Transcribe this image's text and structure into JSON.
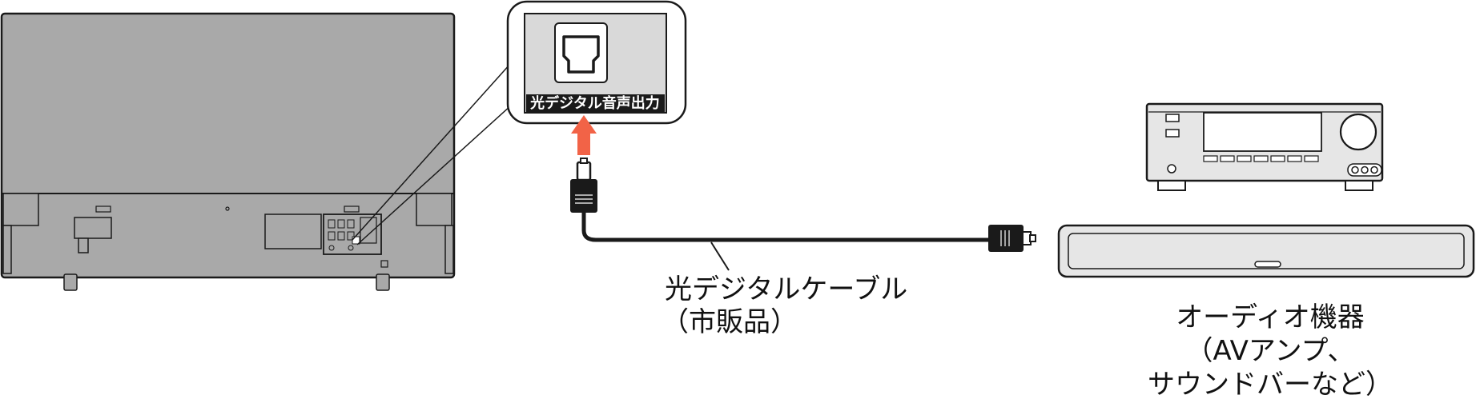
{
  "colors": {
    "tv_body": "#a9a9a9",
    "outline": "#1a1a1a",
    "arrow": "#f26347",
    "label_bg": "#1a1a1a",
    "port_box": "#d9d9d9",
    "device_fill": "#e6e6e6",
    "background": "#ffffff"
  },
  "labels": {
    "port": "光デジタル音声出力",
    "cable_line1": "光デジタルケーブル",
    "cable_line2": "（市販品）",
    "device_line1": "オーディオ機器",
    "device_line2": "（AVアンプ、",
    "device_line3": "サウンドバーなど）"
  },
  "icons": {
    "tv": "tv-rear-icon",
    "port": "optical-port-icon",
    "arrow": "up-arrow-icon",
    "connector": "optical-plug-icon",
    "receiver": "av-receiver-icon",
    "soundbar": "soundbar-icon"
  }
}
